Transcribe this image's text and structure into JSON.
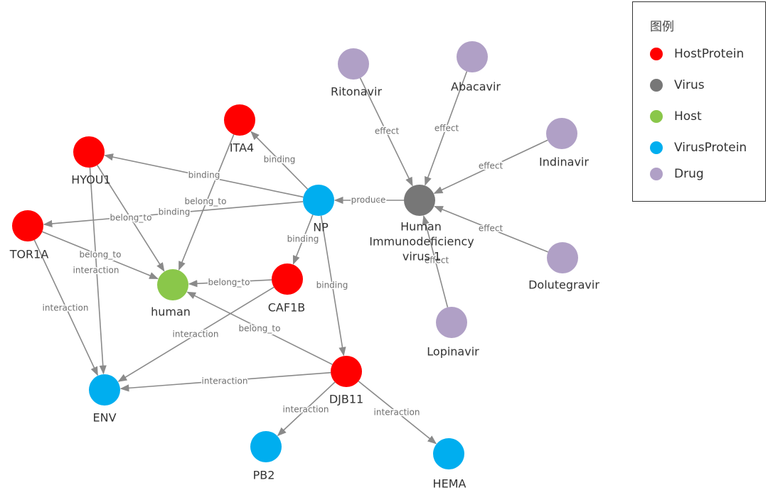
{
  "legend": {
    "title": "图例",
    "items": [
      {
        "type": "HostProtein",
        "color": "#ff0000"
      },
      {
        "type": "Virus",
        "color": "#777777"
      },
      {
        "type": "Host",
        "color": "#8ac74a"
      },
      {
        "type": "VirusProtein",
        "color": "#00aeef"
      },
      {
        "type": "Drug",
        "color": "#b0a0c6"
      }
    ]
  },
  "nodes": [
    {
      "id": "Ritonavir",
      "label": "Ritonavir",
      "type": "Drug"
    },
    {
      "id": "Abacavir",
      "label": "Abacavir",
      "type": "Drug"
    },
    {
      "id": "Indinavir",
      "label": "Indinavir",
      "type": "Drug"
    },
    {
      "id": "Dolutegravir",
      "label": "Dolutegravir",
      "type": "Drug"
    },
    {
      "id": "Lopinavir",
      "label": "Lopinavir",
      "type": "Drug"
    },
    {
      "id": "HIV1",
      "label_lines": [
        "Human",
        "Immunodeficiency",
        "virus 1"
      ],
      "type": "Virus"
    },
    {
      "id": "NP",
      "label": "NP",
      "type": "VirusProtein"
    },
    {
      "id": "ITA4",
      "label": "ITA4",
      "type": "HostProtein"
    },
    {
      "id": "HYOU1",
      "label": "HYOU1",
      "type": "HostProtein"
    },
    {
      "id": "TOR1A",
      "label": "TOR1A",
      "type": "HostProtein"
    },
    {
      "id": "human",
      "label": "human",
      "type": "Host"
    },
    {
      "id": "CAF1B",
      "label": "CAF1B",
      "type": "HostProtein"
    },
    {
      "id": "DJB11",
      "label": "DJB11",
      "type": "HostProtein"
    },
    {
      "id": "ENV",
      "label": "ENV",
      "type": "VirusProtein"
    },
    {
      "id": "PB2",
      "label": "PB2",
      "type": "VirusProtein"
    },
    {
      "id": "HEMA",
      "label": "HEMA",
      "type": "VirusProtein"
    }
  ],
  "edges": [
    {
      "from": "Ritonavir",
      "to": "HIV1",
      "label": "effect"
    },
    {
      "from": "Abacavir",
      "to": "HIV1",
      "label": "effect"
    },
    {
      "from": "Indinavir",
      "to": "HIV1",
      "label": "effect"
    },
    {
      "from": "Dolutegravir",
      "to": "HIV1",
      "label": "effect"
    },
    {
      "from": "Lopinavir",
      "to": "HIV1",
      "label": "effect"
    },
    {
      "from": "HIV1",
      "to": "NP",
      "label": "produce"
    },
    {
      "from": "NP",
      "to": "ITA4",
      "label": "binding"
    },
    {
      "from": "NP",
      "to": "HYOU1",
      "label": "binding"
    },
    {
      "from": "NP",
      "to": "TOR1A",
      "label": "binding"
    },
    {
      "from": "NP",
      "to": "CAF1B",
      "label": "binding"
    },
    {
      "from": "NP",
      "to": "DJB11",
      "label": "binding"
    },
    {
      "from": "ITA4",
      "to": "human",
      "label": "belong_to"
    },
    {
      "from": "HYOU1",
      "to": "human",
      "label": "belong_to"
    },
    {
      "from": "TOR1A",
      "to": "human",
      "label": "belong_to"
    },
    {
      "from": "CAF1B",
      "to": "human",
      "label": "belong_to"
    },
    {
      "from": "DJB11",
      "to": "human",
      "label": "belong_to"
    },
    {
      "from": "HYOU1",
      "to": "ENV",
      "label": "interaction"
    },
    {
      "from": "TOR1A",
      "to": "ENV",
      "label": "interaction"
    },
    {
      "from": "CAF1B",
      "to": "ENV",
      "label": "interaction"
    },
    {
      "from": "DJB11",
      "to": "ENV",
      "label": "interaction"
    },
    {
      "from": "DJB11",
      "to": "PB2",
      "label": "interaction"
    },
    {
      "from": "DJB11",
      "to": "HEMA",
      "label": "interaction"
    }
  ]
}
